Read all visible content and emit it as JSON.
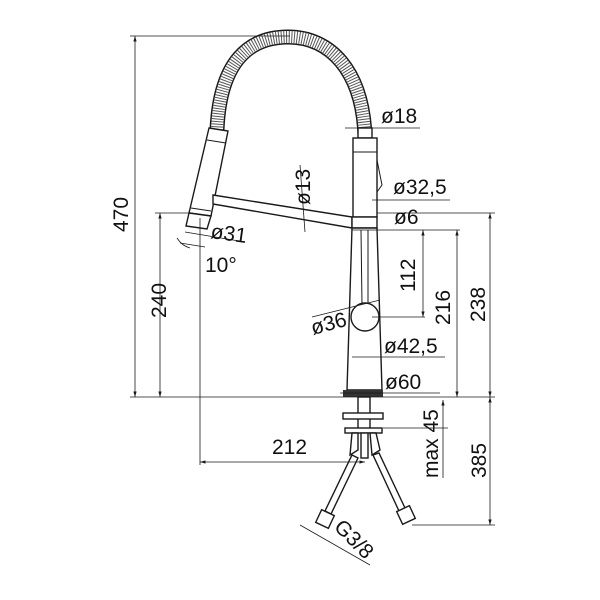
{
  "drawing": {
    "dimensions": {
      "total_height": "470",
      "hose_diameter": "ø18",
      "arm_diameter": "ø13",
      "body_top_diameter": "ø32,5",
      "ring_diameter": "ø6",
      "spray_head_diameter": "ø31",
      "tilt_angle": "10°",
      "spout_height": "240",
      "lever_offset": "112",
      "body_height": "216",
      "arm_height": "238",
      "lever_diameter": "ø36",
      "body_base_diameter": "ø42,5",
      "base_plate_diameter": "ø60",
      "reach": "212",
      "max_deck_thickness": "max 45",
      "hose_length": "385",
      "connection_thread": "G3/8"
    },
    "line_color": "#1a1a1a"
  }
}
